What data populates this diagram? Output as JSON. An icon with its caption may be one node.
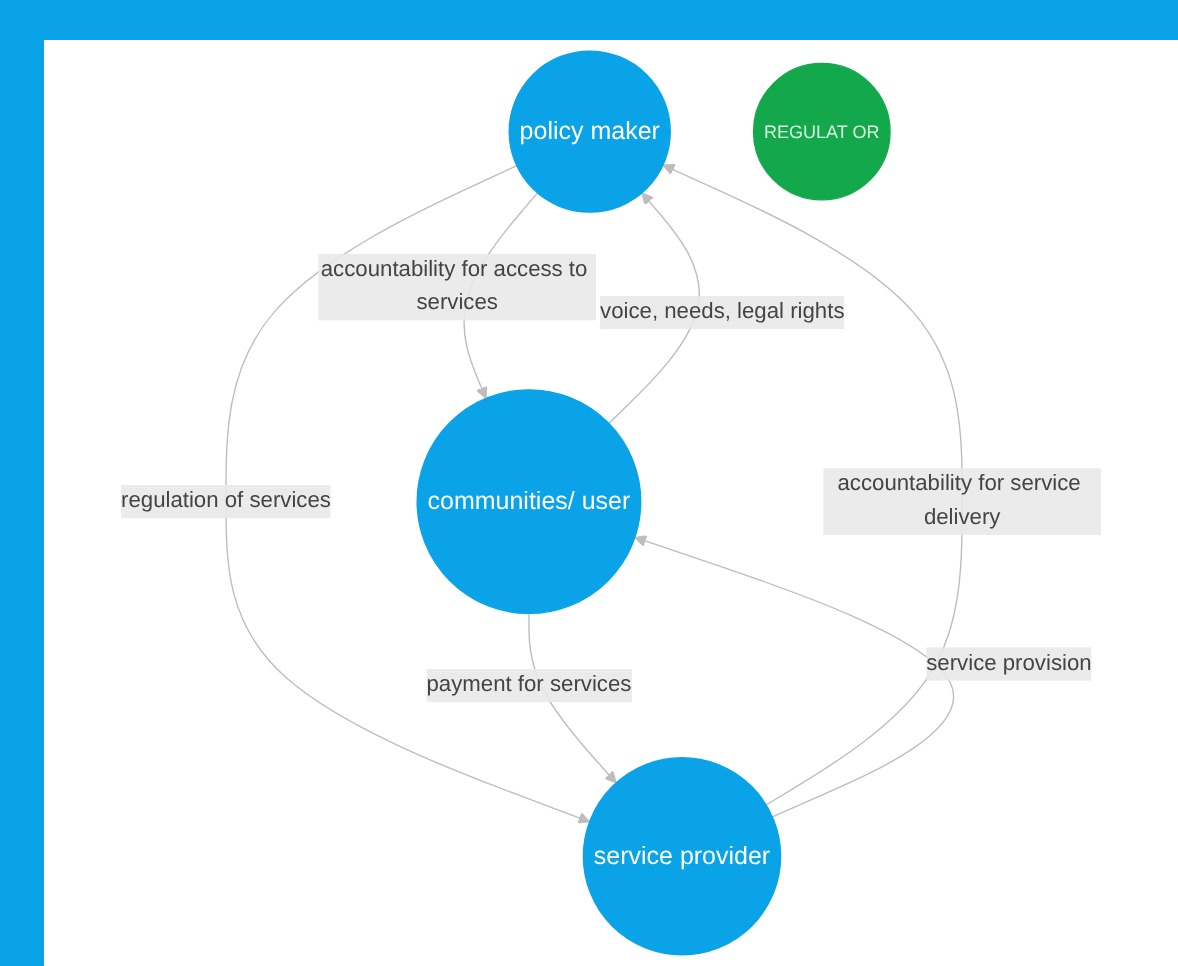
{
  "diagram": {
    "nodes": [
      {
        "text": [
          "policy maker"
        ]
      },
      {
        "text": [
          "REGULAT OR"
        ]
      },
      {
        "text": [
          "communities/ user"
        ]
      },
      {
        "text": [
          "service provider"
        ]
      }
    ],
    "edges": [
      {
        "from": 2,
        "to": 0,
        "arrow": "to",
        "label": "voice, needs, legal rights"
      },
      {
        "from": 0,
        "to": 2,
        "arrow": "to",
        "label": "accountability for access to services"
      },
      {
        "from": 0,
        "to": 3,
        "arrow": "to",
        "label": "regulation of services"
      },
      {
        "from": 3,
        "to": 0,
        "arrow": "to",
        "label": "accountability for service delivery"
      },
      {
        "from": 2,
        "to": 3,
        "arrow": "to",
        "label": "payment for services"
      },
      {
        "from": 3,
        "to": 2,
        "arrow": "to",
        "label": "service provision"
      }
    ]
  }
}
